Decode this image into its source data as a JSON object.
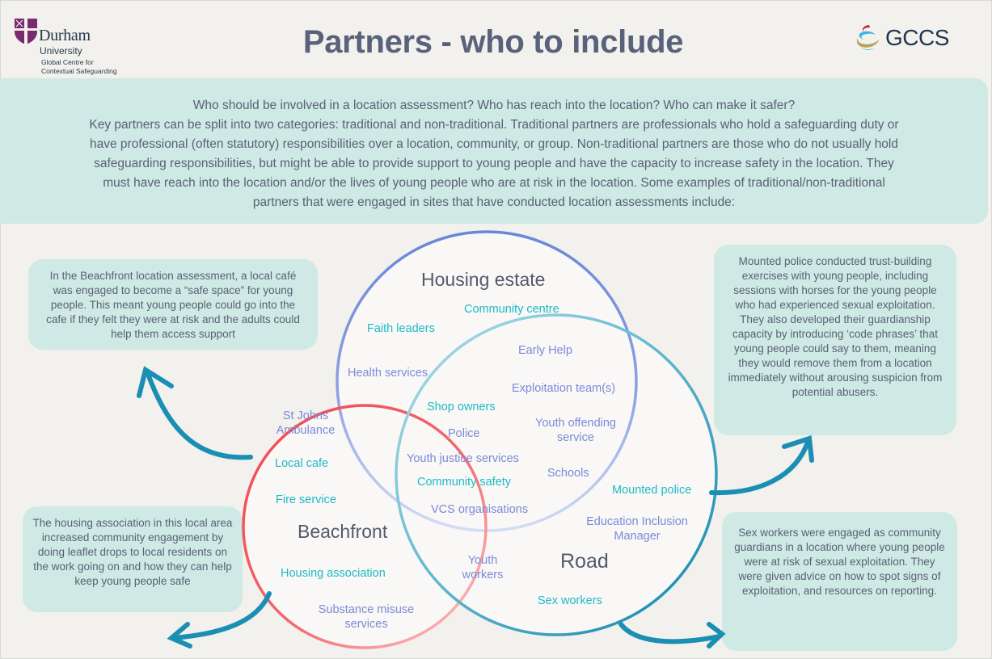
{
  "header": {
    "title": "Partners - who to include",
    "logo_left": {
      "name": "Durham",
      "sub_name": "University",
      "tagline_line1": "Global Centre for",
      "tagline_line2": "Contextual Safeguarding"
    },
    "logo_right": {
      "name": "GCCS"
    }
  },
  "intro": {
    "lines": [
      "Who should be involved in a location assessment? Who has reach into the location? Who can make it safer?",
      "Key partners can be split into two categories: traditional and non-traditional. Traditional partners are professionals who hold a safeguarding duty or",
      "have professional (often statutory) responsibilities over a location, community, or group. Non-traditional partners are those who do not usually hold",
      "safeguarding responsibilities, but might be able to provide support to young people and have the capacity to increase safety in the location. They",
      "must have reach into the location and/or the lives of young people who are at risk in the location. Some examples of traditional/non-traditional",
      "partners that were engaged in sites that have conducted location assessments include:"
    ]
  },
  "colors": {
    "housing_estate_circle": "#6f8bdb",
    "beachfront_circle": "#f2545b",
    "road_circle": "#1a8fb3",
    "traditional_label": "#7b8ad6",
    "non_traditional_label": "#1fb9c4",
    "callout_bg": "#cfe9e5",
    "arrow": "#1a8fb3"
  },
  "venn": {
    "regions": {
      "housing_estate": "Housing estate",
      "beachfront": "Beachfront",
      "road": "Road"
    },
    "partners": [
      {
        "label": "Community centre",
        "type": "non-traditional",
        "region": "housing_estate"
      },
      {
        "label": "Faith leaders",
        "type": "non-traditional",
        "region": "housing_estate"
      },
      {
        "label": "Early Help",
        "type": "traditional",
        "region": "housing_estate+road"
      },
      {
        "label": "Health services",
        "type": "traditional",
        "region": "housing_estate+beachfront"
      },
      {
        "label": "Exploitation team(s)",
        "type": "traditional",
        "region": "housing_estate+road"
      },
      {
        "label": "Shop owners",
        "type": "non-traditional",
        "region": "all"
      },
      {
        "label": "Youth offending service",
        "type": "traditional",
        "region": "housing_estate+road"
      },
      {
        "label": "Police",
        "type": "traditional",
        "region": "all"
      },
      {
        "label": "St Johns Ambulance",
        "type": "traditional",
        "region": "beachfront"
      },
      {
        "label": "Youth justice services",
        "type": "traditional",
        "region": "all"
      },
      {
        "label": "Local cafe",
        "type": "non-traditional",
        "region": "beachfront"
      },
      {
        "label": "Schools",
        "type": "traditional",
        "region": "housing_estate+road"
      },
      {
        "label": "Community safety",
        "type": "non-traditional",
        "region": "all"
      },
      {
        "label": "Fire service",
        "type": "non-traditional",
        "region": "beachfront"
      },
      {
        "label": "Mounted police",
        "type": "non-traditional",
        "region": "road"
      },
      {
        "label": "VCS organisations",
        "type": "traditional",
        "region": "all"
      },
      {
        "label": "Education Inclusion Manager",
        "type": "traditional",
        "region": "road"
      },
      {
        "label": "Housing association",
        "type": "non-traditional",
        "region": "beachfront"
      },
      {
        "label": "Youth workers",
        "type": "traditional",
        "region": "beachfront+road"
      },
      {
        "label": "Sex workers",
        "type": "non-traditional",
        "region": "road"
      },
      {
        "label": "Substance misuse services",
        "type": "traditional",
        "region": "beachfront"
      }
    ]
  },
  "callouts": {
    "local_cafe": "In the Beachfront location assessment, a local café was engaged to become a “safe space” for young people. This meant young people could go into the cafe if they felt they were at risk and the adults could help them access support",
    "mounted_police": "Mounted police conducted trust-building exercises with young people, including sessions with horses for the young people who had experienced sexual exploitation. They also developed their guardianship capacity by introducing ‘code phrases’ that young people could say to them, meaning they would remove them from a location immediately without arousing suspicion from potential abusers.",
    "housing_association": "The housing association in this local area increased community engagement by doing leaflet drops to local residents on the work going on and how they can help keep young people safe",
    "sex_workers": "Sex workers were engaged as community guardians in a location where young people were at risk of sexual exploitation. They were given advice on how to spot signs of exploitation, and resources on reporting."
  }
}
